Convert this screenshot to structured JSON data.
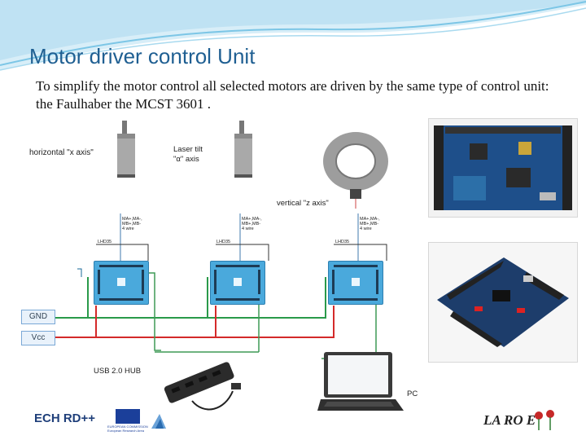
{
  "slide": {
    "title": "Motor driver control Unit",
    "intro": "To simplify the motor control all selected motors are driven by the same type of control unit: the Faulhaber the MCST 3601 ."
  },
  "diagram": {
    "motor_x_label": "horizontal \"x axis\"",
    "motor_alpha_label": "Laser tilt\n\"α\" axis",
    "motor_z_label": "vertical \"z axis\"",
    "wire_note": "MA+,MA-,\nMB+,MB-\n4 wire",
    "driver_small_label": "LHD35",
    "gnd_label": "GND",
    "vcc_label": "Vcc",
    "hub_label": "USB 2.0 HUB",
    "pc_label": "PC",
    "colors": {
      "gnd": "#2a9a4a",
      "vcc": "#d42a2a",
      "usb": "#3e9a57",
      "accent": "#1f5f92"
    }
  },
  "footer": {
    "logo_echord": "ECH RD++",
    "logo_eu_text": "EUROPEAN COMMISSION\nEuropean Research Area",
    "logo_larose": "LA RO E"
  }
}
